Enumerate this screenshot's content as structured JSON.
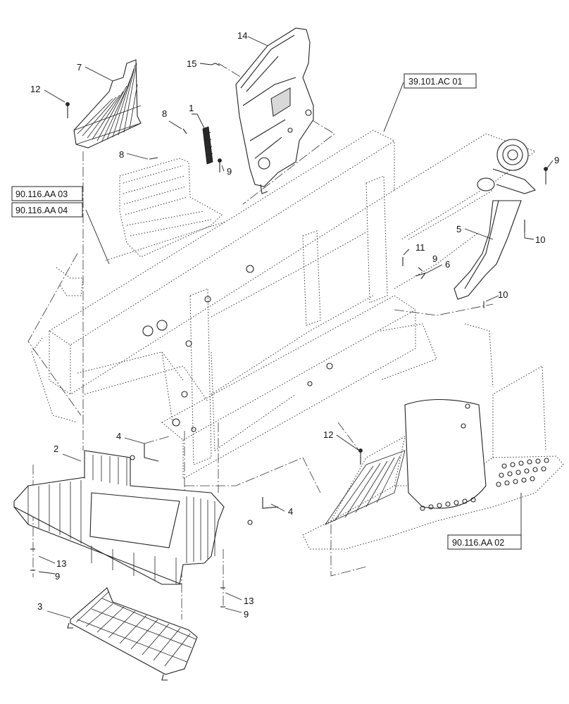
{
  "callouts": {
    "c1": "1",
    "c2": "2",
    "c3": "3",
    "c4a": "4",
    "c4b": "4",
    "c5": "5",
    "c6": "6",
    "c7": "7",
    "c8a": "8",
    "c8b": "8",
    "c9a": "9",
    "c9b": "9",
    "c9c": "9",
    "c9d": "9",
    "c9e": "9",
    "c10a": "10",
    "c10b": "10",
    "c11": "11",
    "c12a": "12",
    "c12b": "12",
    "c13a": "13",
    "c13b": "13",
    "c14": "14",
    "c15": "15"
  },
  "references": {
    "ref_39101ac01": "39.101.AC 01",
    "ref_90116aa03": "90.116.AA 03",
    "ref_90116aa04": "90.116.AA 04",
    "ref_90116aa02": "90.116.AA 02"
  },
  "colors": {
    "line": "#222222",
    "background": "#ffffff"
  }
}
